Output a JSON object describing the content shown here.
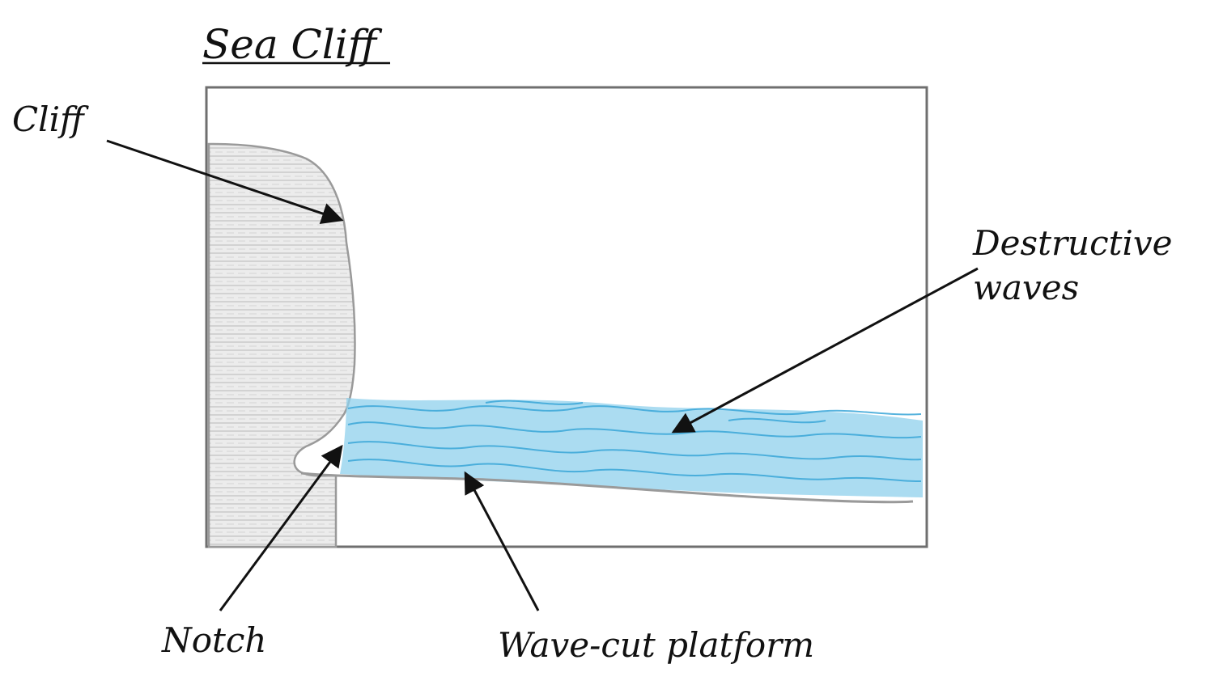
{
  "title": "Sea Cliff",
  "labels": {
    "cliff": "Cliff",
    "destructive_waves_line1": "Destructive",
    "destructive_waves_line2": "waves",
    "notch": "Notch",
    "wave_cut_platform": "Wave-cut platform"
  },
  "colors": {
    "ink": "#111111",
    "frame": "#6f6f6f",
    "cliff_fill": "#e4e4e4",
    "cliff_outline": "#9a9a9a",
    "water": "#8fd0ec",
    "wave_lines": "#3aa6d8",
    "platform_line": "#9a9a9a"
  }
}
